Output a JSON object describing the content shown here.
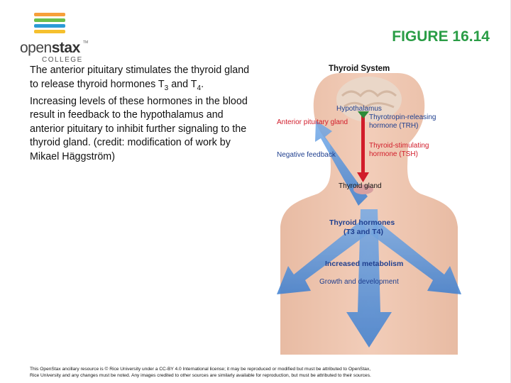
{
  "logo": {
    "brand_light": "open",
    "brand_bold": "stax",
    "tm": "TM",
    "sub": "COLLEGE",
    "stripe_colors": [
      "#f6a03a",
      "#6cbf4a",
      "#2b9bd6",
      "#e74a3c",
      "#6b5fa9",
      "#f5c02e"
    ]
  },
  "title": "FIGURE 16.14",
  "caption": {
    "part1": "The anterior pituitary stimulates the thyroid gland to release thyroid hormones T",
    "sub1": "3",
    "part2": " and T",
    "sub2": "4",
    "part3": ". Increasing levels of these hormones in the blood result in feedback to the hypothalamus and anterior pituitary to inhibit further signaling to the thyroid gland. (credit: modification of work by Mikael Häggström)"
  },
  "figure": {
    "heading": "Thyroid System",
    "hypothalamus": "Hypothalamus",
    "anterior_pituitary": "Anterior pituitary gland",
    "trh_line1": "Thyrotropin-releasing",
    "trh_line2": "hormone (TRH)",
    "tsh_line1": "Thyroid-stimulating",
    "tsh_line2": "hormone (TSH)",
    "negative_feedback": "Negative feedback",
    "thyroid_gland": "Thyroid gland",
    "hormones_line1": "Thyroid hormones",
    "hormones_line2": "(T3 and T4)",
    "metabolism": "Increased metabolism",
    "growth": "Growth and development",
    "colors": {
      "red": "#d11c2a",
      "blue": "#1f3f8f",
      "skin": "#eec6b0",
      "arrow": "#4d8fd9"
    }
  },
  "footer": {
    "line1": "This OpenStax ancillary resource is © Rice University under a CC-BY 4.0 International license; it may be reproduced or modified but must be attributed to OpenStax,",
    "line2": "Rice University and any changes must be noted. Any images credited to other sources are similarly available for reproduction, but must be attributed to their sources."
  }
}
